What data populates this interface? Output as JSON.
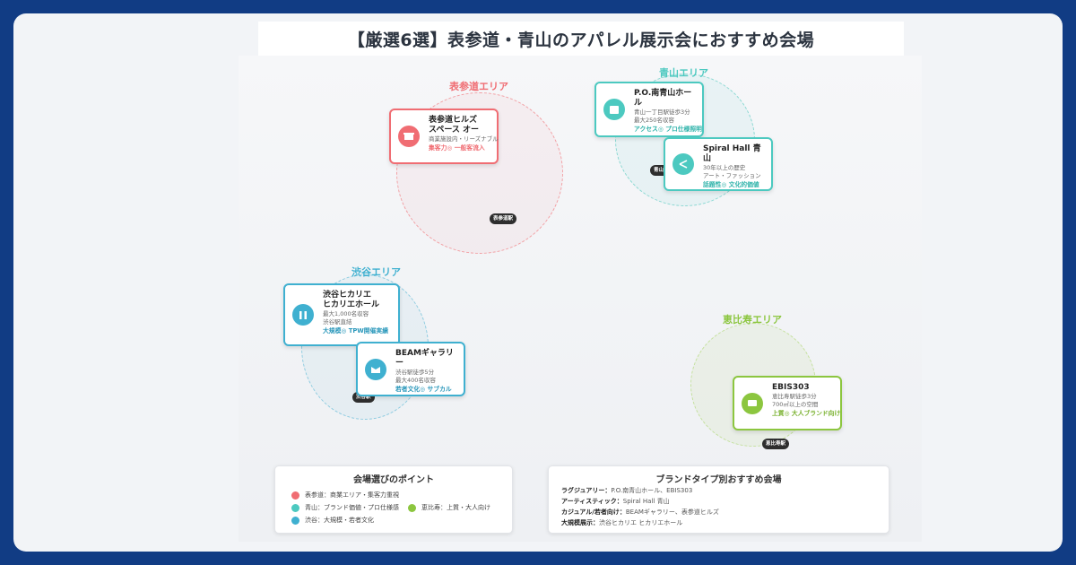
{
  "title": "【厳選6選】表参道・青山のアパレル展示会におすすめ会場",
  "colors": {
    "omotesando": "#f06d73",
    "aoyama": "#4cc9c0",
    "shibuya": "#3fb0d0",
    "ebisu": "#8cc63f",
    "frame": "#113c84"
  },
  "zones": {
    "omotesando": "表参道エリア",
    "aoyama": "青山エリア",
    "shibuya": "渋谷エリア",
    "ebisu": "恵比寿エリア"
  },
  "venues": [
    {
      "name": "表参道ヒルズ\nスペース オー",
      "sub1": "商業施設内・リーズナブル",
      "sub2": "",
      "tag": "集客力◎ 一般客流入",
      "icon": "shop-icon"
    },
    {
      "name": "P.O.南青山ホール",
      "sub1": "青山一丁目駅徒歩3分",
      "sub2": "最大250名収容",
      "tag": "アクセス◎ プロ仕様照明",
      "icon": "building-icon"
    },
    {
      "name": "Spiral Hall 青山",
      "sub1": "30年以上の歴史",
      "sub2": "アート・ファッション",
      "tag": "話題性◎ 文化的価値",
      "icon": "spiral-icon"
    },
    {
      "name": "渋谷ヒカリエ\nヒカリエホール",
      "sub1": "最大1,000名収容",
      "sub2": "渋谷駅直結",
      "tag": "大規模◎ TPW開催実績",
      "icon": "tower-icon"
    },
    {
      "name": "BEAMギャラリー",
      "sub1": "渋谷駅徒歩5分",
      "sub2": "最大400名収容",
      "tag": "若者文化◎ サブカル",
      "icon": "gallery-icon"
    },
    {
      "name": "EBIS303",
      "sub1": "恵比寿駅徒歩3分",
      "sub2": "700㎡以上の空間",
      "tag": "上質◎ 大人ブランド向け",
      "icon": "hall-icon"
    }
  ],
  "pins": {
    "omotesando": "表参道駅",
    "aoyama": "青山一丁目駅",
    "shibuya": "渋谷駅",
    "ebisu": "恵比寿駅"
  },
  "legend": {
    "title": "会場選びのポイント",
    "items": [
      "表参道：商業エリア・集客力重視",
      "青山：ブランド価値・プロ仕様感",
      "渋谷：大規模・若者文化",
      "恵比寿：上質・大人向け"
    ]
  },
  "types": {
    "title": "ブランドタイプ別おすすめ会場",
    "rows": [
      {
        "label": "ラグジュアリー：",
        "value": "P.O.南青山ホール、EBIS303"
      },
      {
        "label": "アーティスティック：",
        "value": "Spiral Hall 青山"
      },
      {
        "label": "カジュアル/若者向け：",
        "value": "BEAMギャラリー、表参道ヒルズ"
      },
      {
        "label": "大規模展示：",
        "value": "渋谷ヒカリエ ヒカリエホール"
      }
    ]
  }
}
